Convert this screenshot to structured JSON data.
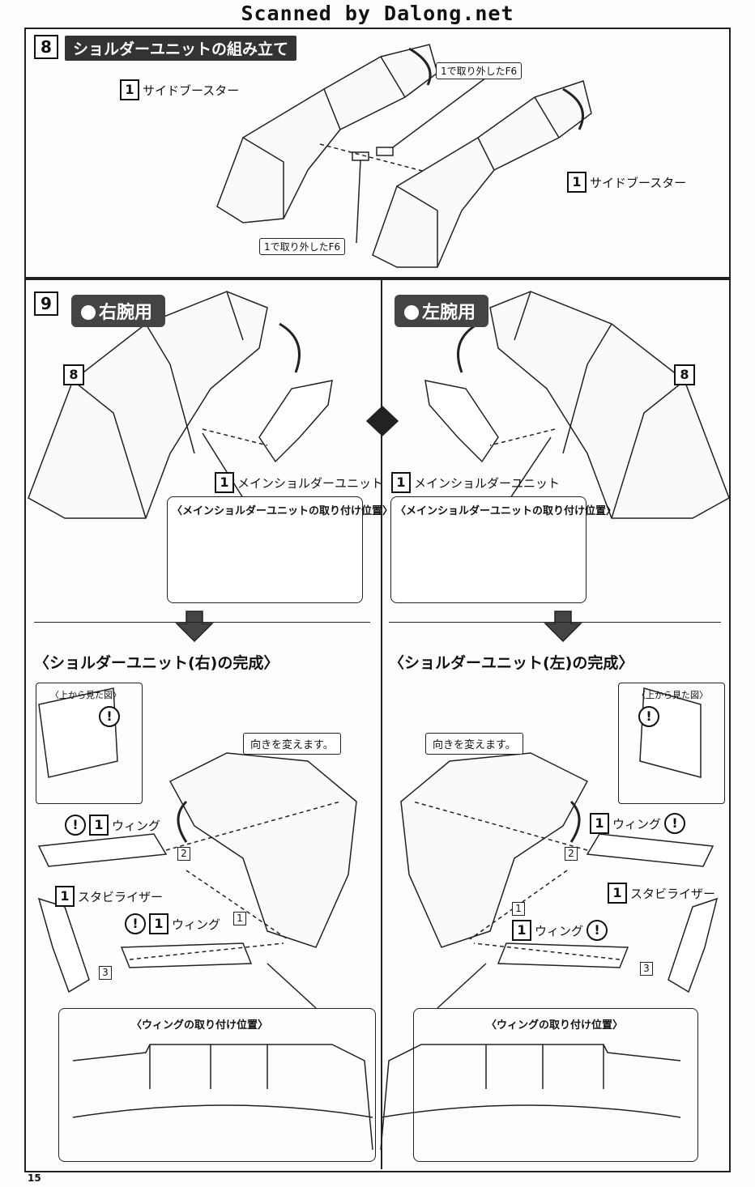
{
  "watermark": "Scanned by Dalong.net",
  "step8": {
    "number": "8",
    "title": "ショルダーユニットの組み立て",
    "label_left": {
      "badge": "1",
      "text": "サイドブースター"
    },
    "label_right": {
      "badge": "1",
      "text": "サイドブースター"
    },
    "tag_top": "1で取り外したF6",
    "tag_bottom": "1で取り外したF6"
  },
  "step9": {
    "number": "9",
    "right": {
      "pill": "右腕用",
      "ref": "8",
      "part": {
        "badge": "1",
        "text": "メインショルダーユニット"
      },
      "callout_title": "〈メインショルダーユニットの取り付け位置〉",
      "complete": "〈ショルダーユニット(右)の完成〉",
      "top_view": "〈上から見た図〉",
      "turn_note": "向きを変えます。",
      "wing1": {
        "badge": "1",
        "text": "ウィング"
      },
      "stabilizer": {
        "badge": "1",
        "text": "スタビライザー"
      },
      "wing2": {
        "badge": "1",
        "text": "ウィング"
      },
      "order": [
        "2",
        "1",
        "3"
      ],
      "wing_pos": "〈ウィングの取り付け位置〉",
      "warn": "!"
    },
    "left": {
      "pill": "左腕用",
      "ref": "8",
      "part": {
        "badge": "1",
        "text": "メインショルダーユニット"
      },
      "callout_title": "〈メインショルダーユニットの取り付け位置〉",
      "complete": "〈ショルダーユニット(左)の完成〉",
      "top_view": "〈上から見た図〉",
      "turn_note": "向きを変えます。",
      "wing1": {
        "badge": "1",
        "text": "ウィング"
      },
      "stabilizer": {
        "badge": "1",
        "text": "スタビライザー"
      },
      "wing2": {
        "badge": "1",
        "text": "ウィング"
      },
      "order": [
        "2",
        "1",
        "3"
      ],
      "wing_pos": "〈ウィングの取り付け位置〉",
      "warn": "!"
    }
  },
  "page_number": "15"
}
